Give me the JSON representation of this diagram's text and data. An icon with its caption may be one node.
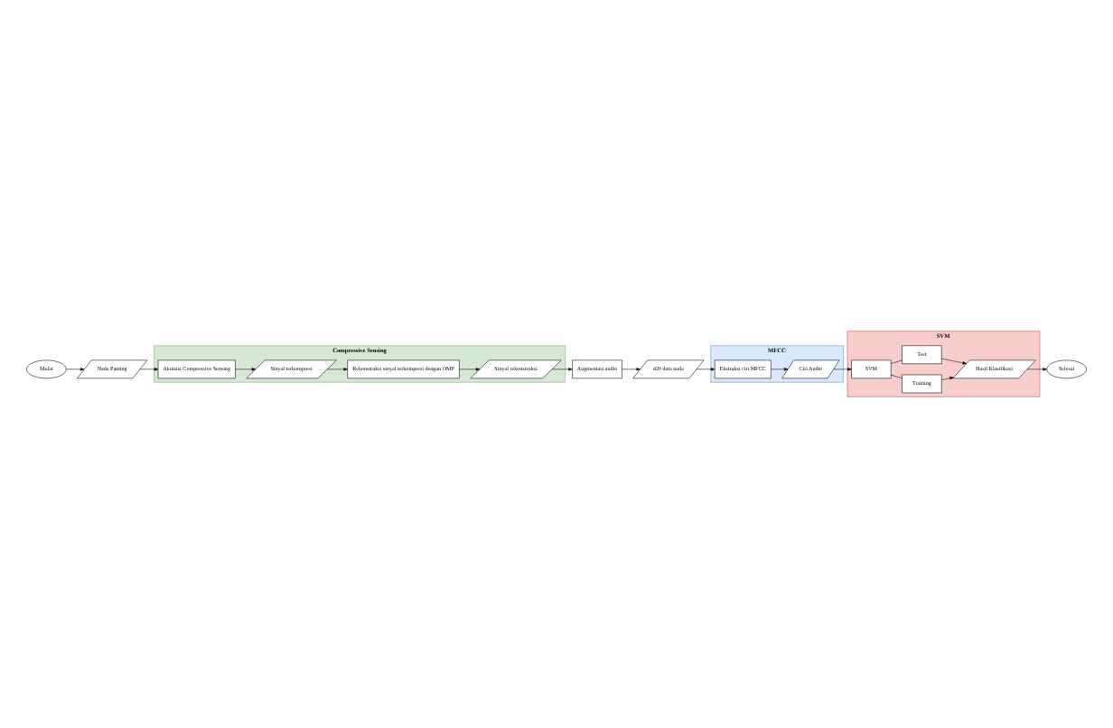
{
  "diagram": {
    "nodes": [
      {
        "text": [
          "Mulai"
        ]
      },
      {
        "text": [
          "Nada Panting"
        ]
      },
      {
        "text": [
          "Compressive Sensing"
        ]
      },
      {
        "text": [
          "Akuisisi Compressive Sensing"
        ],
        "in": 2
      },
      {
        "text": [
          "Sinyal terkompresi"
        ],
        "in": 2
      },
      {
        "text": [
          "Rekonstruksi sinyal terkompresi dengan OMP"
        ],
        "in": 2
      },
      {
        "text": [
          "Sinyal rekonstruksi"
        ],
        "in": 2
      },
      {
        "text": [
          "Augmentasi audio"
        ]
      },
      {
        "text": [
          "420 data nada"
        ]
      },
      {
        "text": [
          "MFCC"
        ]
      },
      {
        "text": [
          "Ekstraksi ciri MFCC"
        ],
        "in": 9
      },
      {
        "text": [
          "Ciri Audio"
        ],
        "in": 9
      },
      {
        "text": [
          "SVM"
        ]
      },
      {
        "text": [
          "SVM"
        ],
        "in": 12
      },
      {
        "text": [
          "Training"
        ],
        "in": 12
      },
      {
        "text": [
          "Test"
        ],
        "in": 12
      },
      {
        "text": [
          "Hasil Klasifikasi"
        ],
        "in": 12
      },
      {
        "text": [
          "Selesai"
        ]
      }
    ],
    "edges": [
      {
        "from": 0,
        "to": 1,
        "arrow": "to"
      },
      {
        "from": 1,
        "to": 3,
        "arrow": "to"
      },
      {
        "from": 3,
        "to": 4,
        "arrow": "to"
      },
      {
        "from": 4,
        "to": 5,
        "arrow": "to"
      },
      {
        "from": 5,
        "to": 6,
        "arrow": "to"
      },
      {
        "from": 6,
        "to": 7,
        "arrow": "to"
      },
      {
        "from": 7,
        "to": 8,
        "arrow": "to"
      },
      {
        "from": 8,
        "to": 10,
        "arrow": "to"
      },
      {
        "from": 10,
        "to": 11,
        "arrow": "to"
      },
      {
        "from": 11,
        "to": 13,
        "arrow": "to"
      },
      {
        "from": 13,
        "to": 14,
        "arrow": "none"
      },
      {
        "from": 13,
        "to": 15,
        "arrow": "none"
      },
      {
        "from": 14,
        "to": 16,
        "arrow": "to"
      },
      {
        "from": 15,
        "to": 16,
        "arrow": "to"
      },
      {
        "from": 16,
        "to": 17,
        "arrow": "to"
      }
    ]
  }
}
